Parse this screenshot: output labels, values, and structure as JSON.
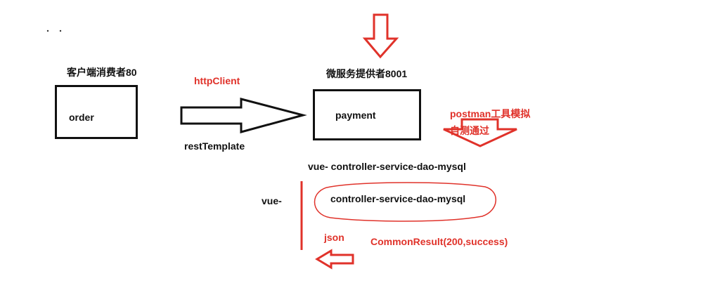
{
  "colors": {
    "ink": "#111111",
    "accent": "#e0322a",
    "background": "#ffffff"
  },
  "icons": [
    "down-arrow-icon",
    "right-arrow-icon",
    "left-arrow-icon"
  ],
  "consumer": {
    "title": "客户端消费者80",
    "module": "order"
  },
  "call": {
    "top_label": "httpClient",
    "bottom_label": "restTemplate"
  },
  "provider": {
    "title": "微服务提供者8001",
    "module": "payment"
  },
  "test_note": {
    "line1": "postman工具模拟",
    "line2": "自测通过"
  },
  "stack": {
    "full": "vue- controller-service-dao-mysql",
    "front": "vue-",
    "back": "controller-service-dao-mysql"
  },
  "response": {
    "format": "json",
    "result": "CommonResult(200,success)"
  }
}
